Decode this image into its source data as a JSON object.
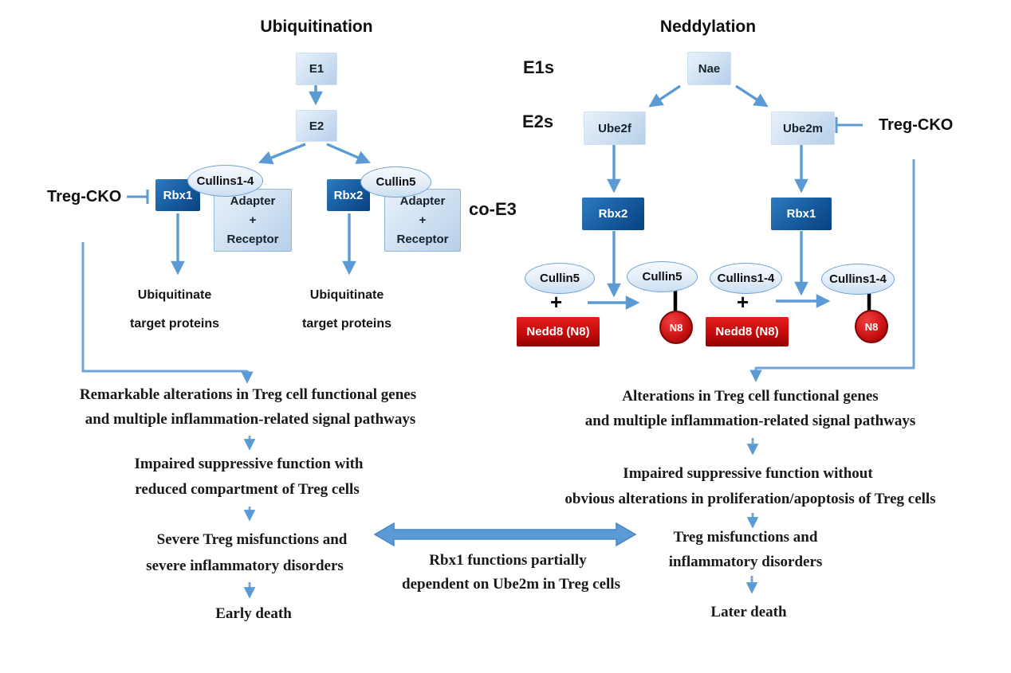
{
  "colors": {
    "accent_blue": "#5b9bd5",
    "dark_blue": "#0a4180",
    "red": "#c40b0b"
  },
  "row_labels": {
    "e1s": "E1s",
    "e2s": "E2s",
    "co_e3": "co-E3"
  },
  "left": {
    "title": "Ubiquitination",
    "e1": "E1",
    "e2": "E2",
    "treg_cko": "Treg-CKO",
    "complex1": {
      "rbx": "Rbx1",
      "cullin": "Cullins1-4",
      "adapter_line1": "Adapter",
      "adapter_line2": "+",
      "adapter_line3": "Receptor"
    },
    "complex2": {
      "rbx": "Rbx2",
      "cullin": "Cullin5",
      "adapter_line1": "Adapter",
      "adapter_line2": "+",
      "adapter_line3": "Receptor"
    },
    "outcome1": {
      "line1": "Ubiquitinate",
      "line2": "target proteins"
    },
    "outcome2": {
      "line1": "Ubiquitinate",
      "line2": "target proteins"
    },
    "flow": [
      {
        "line1": "Remarkable alterations in Treg cell functional genes",
        "line2": "and multiple inflammation-related signal pathways"
      },
      {
        "line1": "Impaired suppressive function with",
        "line2": "reduced compartment of Treg cells"
      },
      {
        "line1": "Severe Treg misfunctions and",
        "line2": "severe inflammatory disorders"
      },
      {
        "line1": "Early death"
      }
    ]
  },
  "right": {
    "title": "Neddylation",
    "nae": "Nae",
    "ube2f": "Ube2f",
    "ube2m": "Ube2m",
    "treg_cko": "Treg-CKO",
    "rbx2": "Rbx2",
    "rbx1": "Rbx1",
    "reaction1": {
      "substrate": "Cullin5",
      "plus": "+",
      "nedd8": "Nedd8 (N8)",
      "product": "Cullin5",
      "n8": "N8"
    },
    "reaction2": {
      "substrate": "Cullins1-4",
      "plus": "+",
      "nedd8": "Nedd8 (N8)",
      "product": "Cullins1-4",
      "n8": "N8"
    },
    "flow": [
      {
        "line1": "Alterations in Treg cell functional genes",
        "line2": "and multiple inflammation-related signal pathways"
      },
      {
        "line1": "Impaired suppressive function without",
        "line2": "obvious alterations in proliferation/apoptosis of Treg cells"
      },
      {
        "line1": "Treg misfunctions and",
        "line2": "inflammatory disorders"
      },
      {
        "line1": "Later death"
      }
    ]
  },
  "center": {
    "line1": "Rbx1 functions partially",
    "line2": "dependent on Ube2m in Treg cells"
  }
}
